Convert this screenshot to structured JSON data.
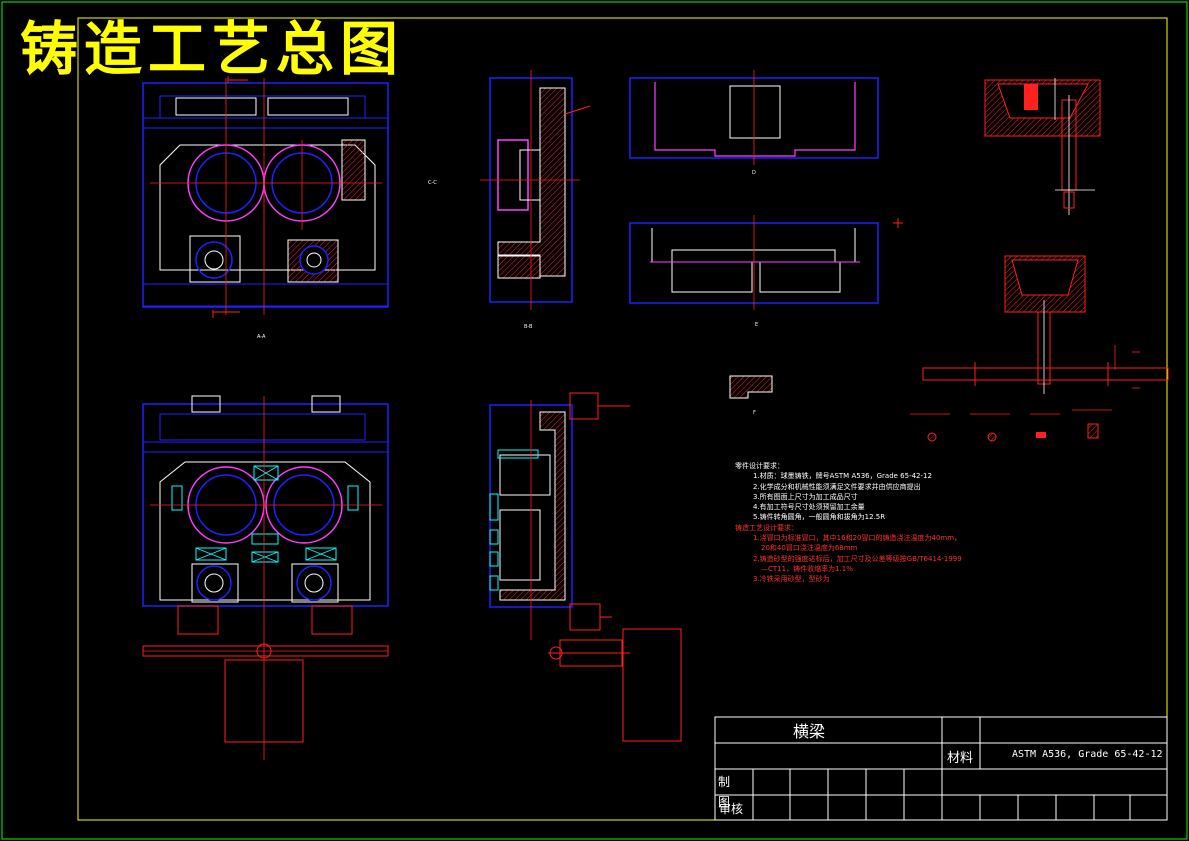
{
  "drawing": {
    "title": "铸造工艺总图",
    "part_name": "横梁",
    "material_label": "材料",
    "material_value": "ASTM A536, Grade 65-42-12",
    "drawn_label": "制图",
    "check_label": "审核"
  },
  "notes": {
    "part_header": "零件设计要求：",
    "part_items": [
      "1.材质：球墨铸铁，牌号ASTM A536，Grade 65-42-12",
      "2.化学成分和机械性能须满足文件要求并由供应商提出",
      "3.所有图面上尺寸为加工成品尺寸",
      "4.有加工符号尺寸处须预留加工余量",
      "5.铸件转角圆角，一般圆角和拔角为12.5R"
    ],
    "process_header": "铸造工艺设计要求：",
    "process_items": [
      "1.浇冒口为标准冒口，其中16和20冒口的铸造浇注温度为40mm，",
      "20和40冒口浇注温度为68mm",
      "2.铸造砂型的强度达标后，加工尺寸及公差等级按GB/T6414-1999",
      "—CT11，铸件收缩率为1.1%",
      "3.冷铁采用砂型，型砂为"
    ]
  },
  "view_labels": [
    "A-A",
    "B-B",
    "C-C",
    "D",
    "E",
    "F"
  ],
  "colors": {
    "frame": "#00ff00",
    "blue": "#2020ff",
    "red": "#ff2020",
    "white": "#ffffff",
    "yellow": "#ffff00",
    "cyan": "#00ffff",
    "magenta": "#ff40ff"
  }
}
